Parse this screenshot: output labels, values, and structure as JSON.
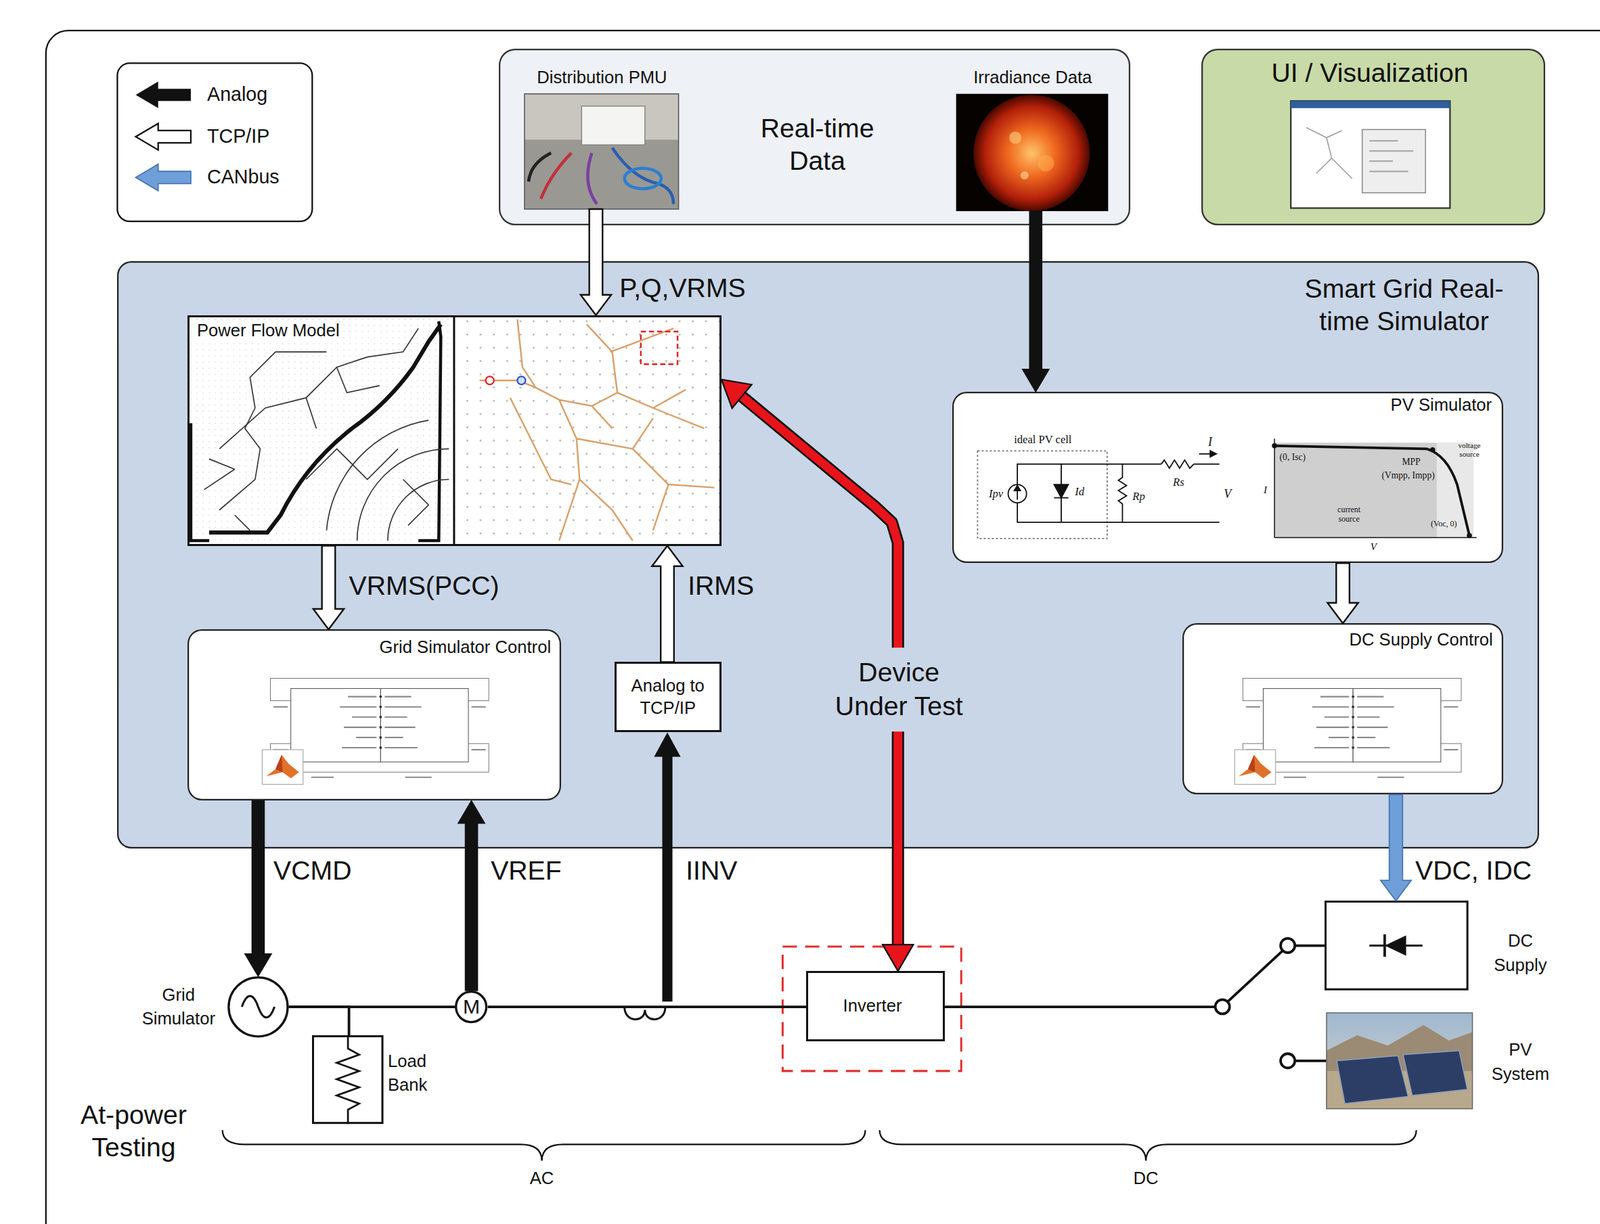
{
  "diagram": {
    "nodes": [
      {
        "text": [
          "Real-time Data"
        ]
      },
      {
        "text": [
          "Distribution PMU"
        ],
        "in": 0
      },
      {
        "text": [
          "Irradiance Data"
        ],
        "in": 0
      },
      {
        "text": [
          "UI / Visualization"
        ]
      },
      {
        "text": [
          "Smart Grid Real-time Simulator"
        ]
      },
      {
        "text": [
          "Power Flow Model"
        ],
        "in": 4
      },
      {
        "text": [
          "PV Simulator"
        ],
        "in": 4
      },
      {
        "text": [
          "Grid Simulator Control"
        ],
        "in": 4
      },
      {
        "text": [
          "Analog to TCP/IP"
        ],
        "in": 4
      },
      {
        "text": [
          "DC Supply Control"
        ],
        "in": 4
      },
      {
        "text": [
          "Grid Simulator"
        ]
      },
      {
        "text": [
          "Load Bank"
        ]
      },
      {
        "text": [
          "M"
        ]
      },
      {
        "text": [
          "Inverter"
        ]
      },
      {
        "text": [
          "DC Supply"
        ]
      },
      {
        "text": [
          "PV System"
        ]
      }
    ],
    "edges": [
      {
        "from": 1,
        "to": 5,
        "arrow": "to",
        "label": "P,Q,VRMS"
      },
      {
        "from": 2,
        "to": 6,
        "arrow": "to"
      },
      {
        "from": 5,
        "to": 7,
        "arrow": "to",
        "label": "VRMS(PCC)"
      },
      {
        "from": 8,
        "to": 5,
        "arrow": "to",
        "label": "IRMS"
      },
      {
        "from": 5,
        "to": 13,
        "arrow": "both",
        "label": "Device Under Test"
      },
      {
        "from": 6,
        "to": 9,
        "arrow": "to"
      },
      {
        "from": 7,
        "to": 10,
        "arrow": "to",
        "label": "VCMD"
      },
      {
        "from": 12,
        "to": 7,
        "arrow": "to",
        "label": "VREF"
      },
      {
        "from": 9,
        "to": 14,
        "arrow": "to",
        "label": "VDC, IDC"
      },
      {
        "from": 10,
        "to": 12,
        "arrow": "none"
      },
      {
        "from": 10,
        "to": 11,
        "arrow": "none"
      },
      {
        "from": 12,
        "to": 13,
        "arrow": "none"
      },
      {
        "from": 13,
        "to": 14,
        "arrow": "none"
      }
    ],
    "labels": [
      "ideal PV cell",
      "I",
      "(0, Isc)",
      "voltage source",
      "MPP",
      "(Vmpp, Impp)",
      "Ipv",
      "Id",
      "Rs",
      "Rp",
      "V",
      "I",
      "current source",
      "(Voc, 0)",
      "V",
      "IINV",
      "At-power Testing",
      "AC",
      "DC"
    ],
    "legend": [
      {
        "text": "Analog"
      },
      {
        "text": "TCP/IP"
      },
      {
        "text": "CANbus"
      }
    ]
  }
}
